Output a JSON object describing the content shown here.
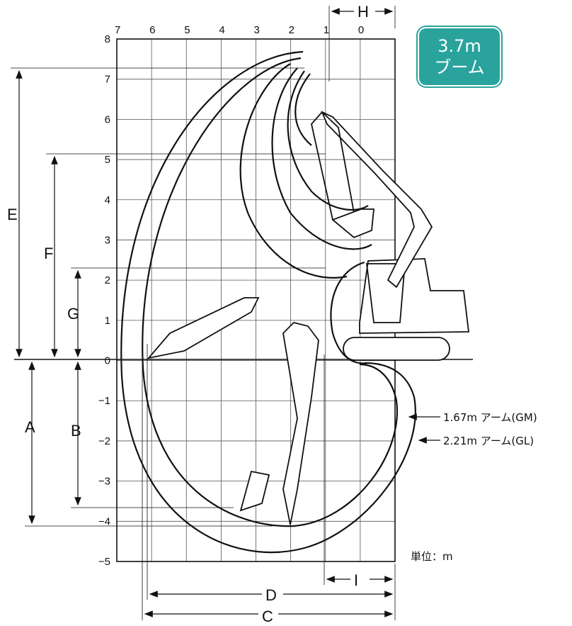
{
  "x_ticks": [
    "7",
    "6",
    "5",
    "4",
    "3",
    "2",
    "1",
    "0"
  ],
  "y_ticks": [
    "8",
    "7",
    "6",
    "5",
    "4",
    "3",
    "2",
    "1",
    "0",
    "−1",
    "−2",
    "−3",
    "−4",
    "−5"
  ],
  "dimensions": {
    "A": "A",
    "B": "B",
    "C": "C",
    "D": "D",
    "E": "E",
    "F": "F",
    "G": "G",
    "H": "H",
    "I": "I"
  },
  "badge": {
    "line1": "3.7m",
    "line2": "ブーム"
  },
  "legend": [
    {
      "label": "1.67m アーム(GM)"
    },
    {
      "label": "2.21m アーム(GL)"
    }
  ],
  "unit_label": "単位：m",
  "colors": {
    "badge_bg": "#2aa39d",
    "badge_text": "#ffffff",
    "line": "#111111"
  }
}
